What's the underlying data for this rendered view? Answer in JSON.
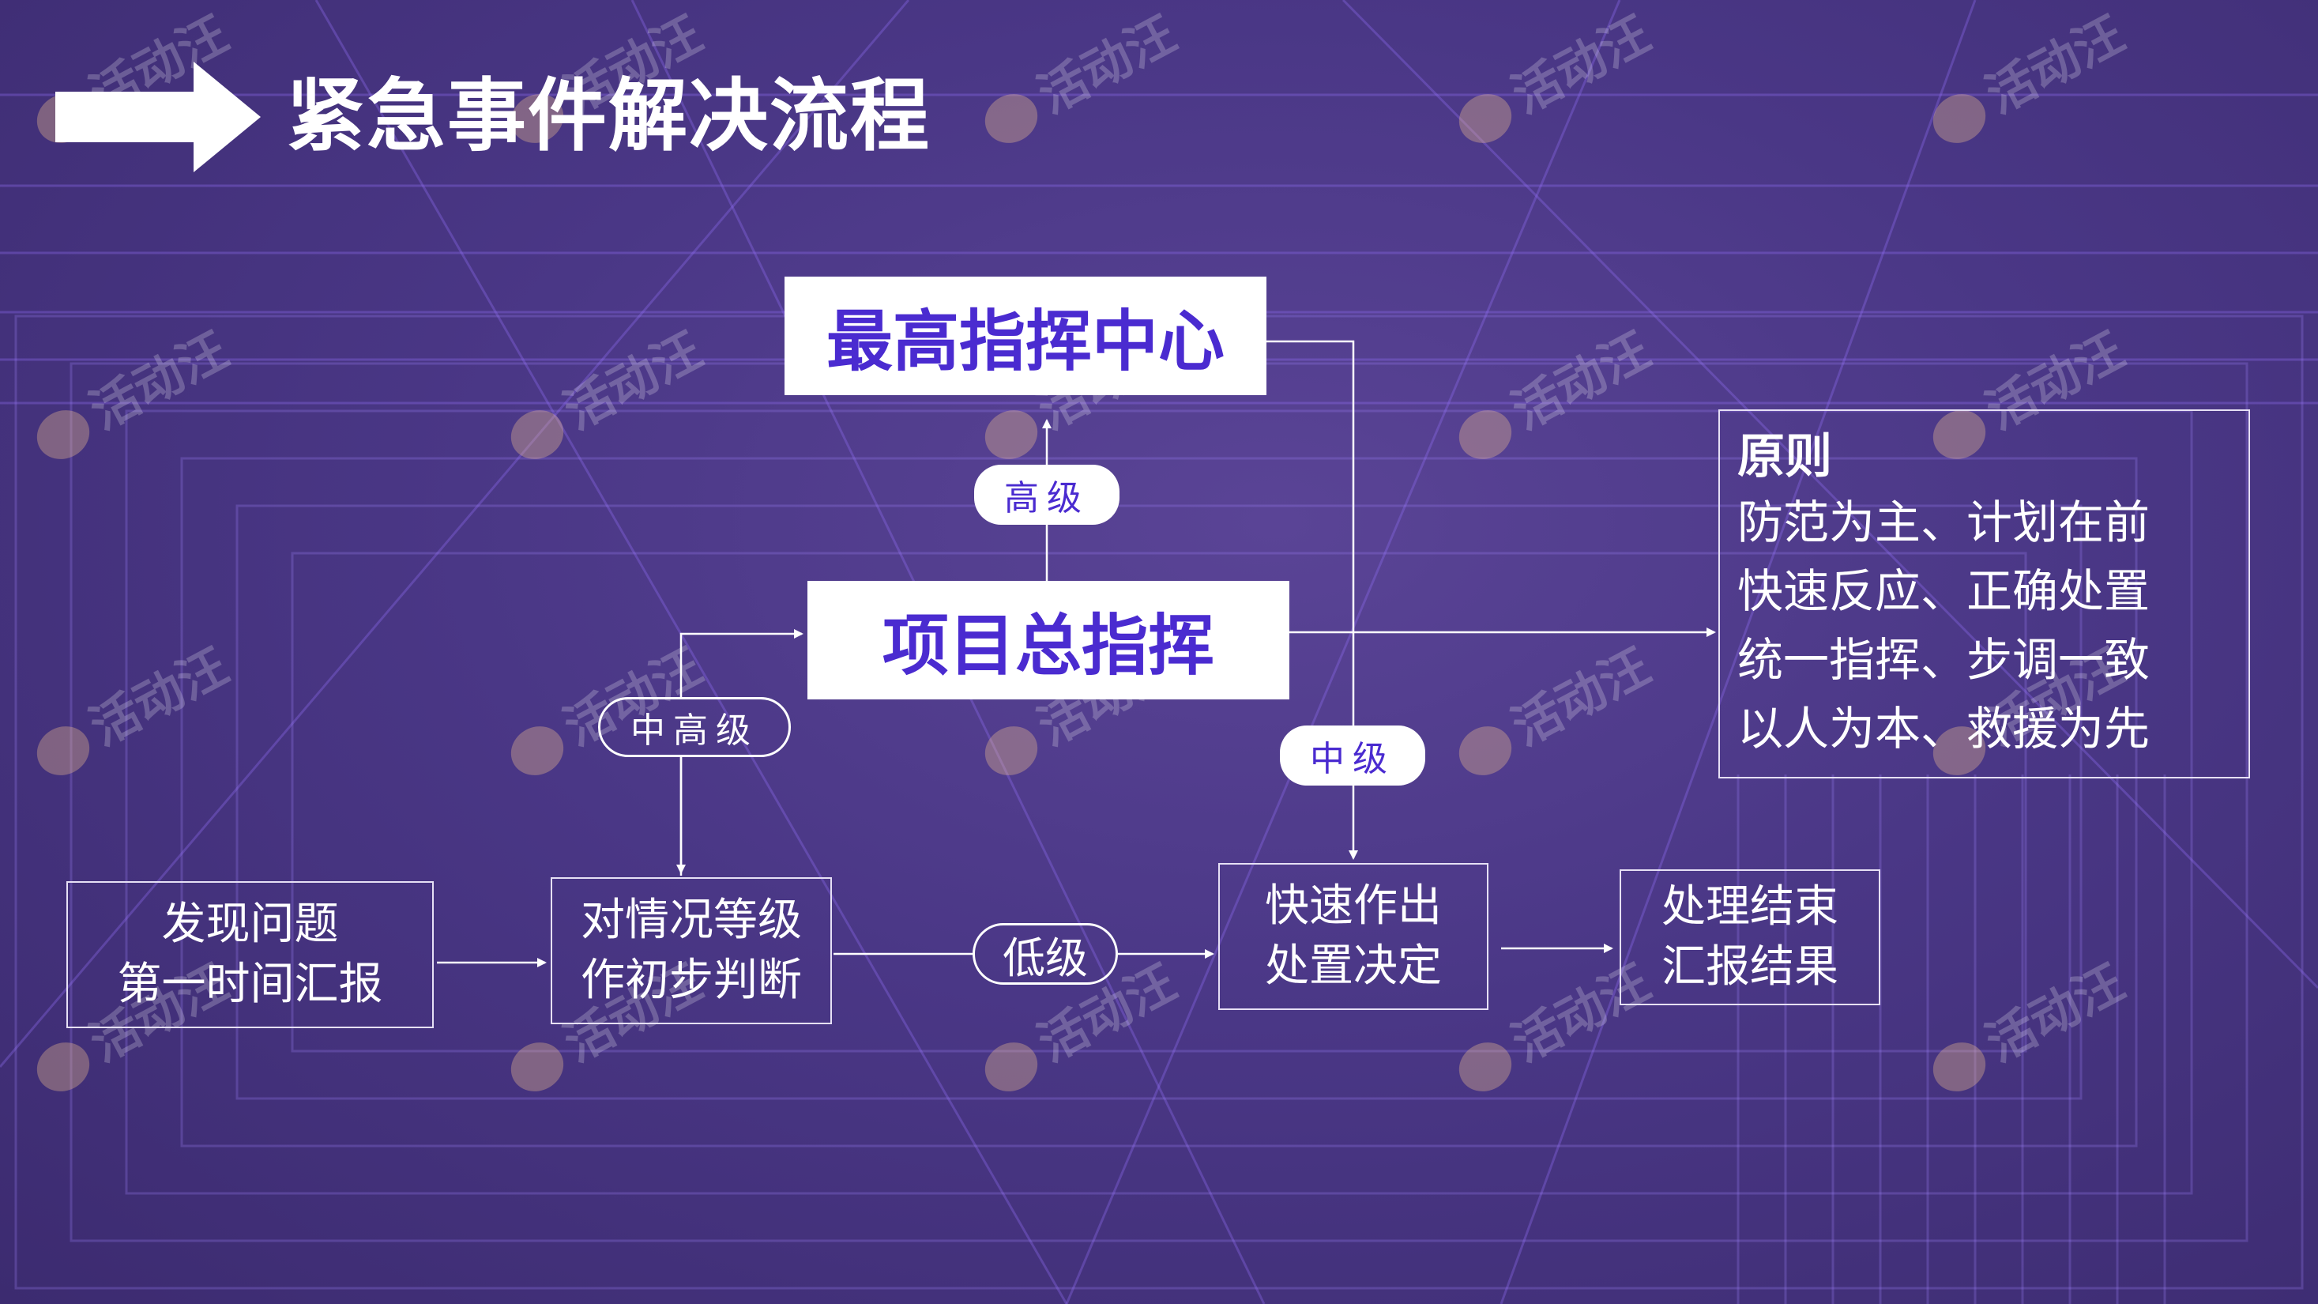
{
  "title": "紧急事件解决流程",
  "command_center": "最高指挥中心",
  "project_commander": "项目总指挥",
  "levels": {
    "high": "高级",
    "mid_high": "中高级",
    "mid": "中级",
    "low": "低级"
  },
  "steps": {
    "find": [
      "发现问题",
      "第一时间汇报"
    ],
    "judge": [
      "对情况等级",
      "作初步判断"
    ],
    "decide": [
      "快速作出",
      "处置决定"
    ],
    "end": [
      "处理结束",
      "汇报结果"
    ]
  },
  "principles": {
    "title": "原则",
    "lines": [
      "防范为主、计划在前",
      "快速反应、正确处置",
      "统一指挥、步调一致",
      "以人为本、救援为先"
    ]
  },
  "watermark": "活动汪",
  "colors": {
    "background": "#4a3786",
    "accent_text": "#4a2bd0",
    "line": "#ffffff"
  }
}
